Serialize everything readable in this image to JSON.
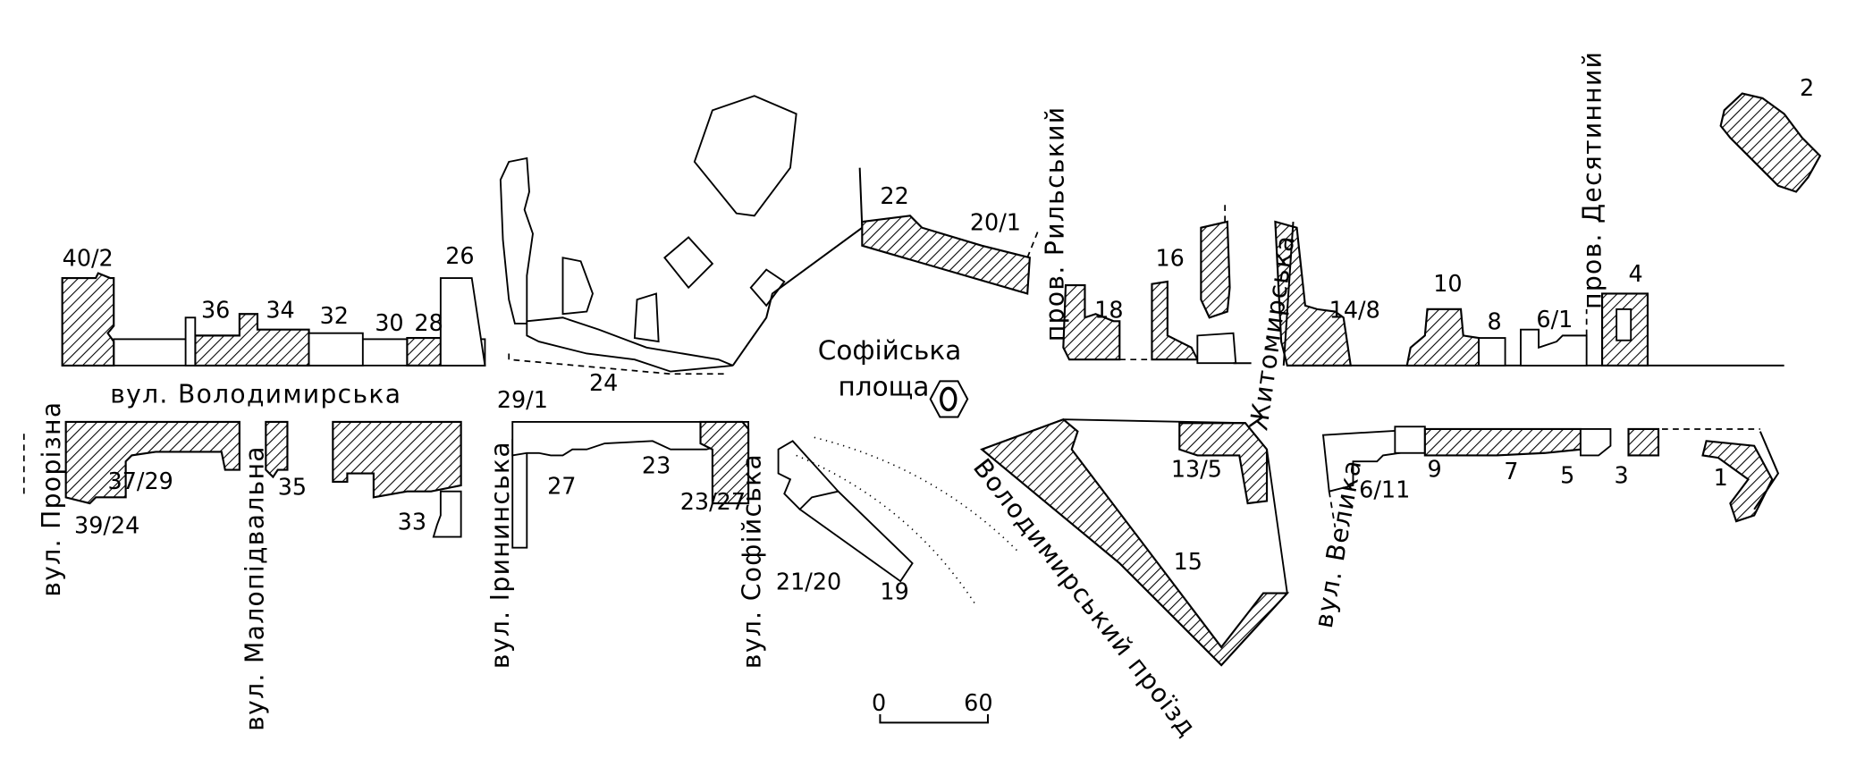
{
  "streets": {
    "volodymyrska": "вул. Володимирська",
    "prorizna": "вул. Прорізна",
    "malopidvalna": "вул. Малопідвальна",
    "irynynska": "вул. Ірининська",
    "sofiiska": "вул. Софійська",
    "rylskyi": "пров. Рильський",
    "zhytomyrska": "Житомирська",
    "desiatynnyi": "пров. Десятинний",
    "velyka": "вул. Велика",
    "volodymyrskyi_proizd": "Володимирський проїзд"
  },
  "square": {
    "line1": "Софійська",
    "line2": "площа"
  },
  "buildings": {
    "b40_2": "40/2",
    "b36": "36",
    "b34": "34",
    "b32": "32",
    "b30": "30",
    "b28": "28",
    "b26": "26",
    "b39_24": "39/24",
    "b37_29": "37/29",
    "b35": "35",
    "b33": "33",
    "b29_1": "29/1",
    "b27": "27",
    "b24": "24",
    "b23": "23",
    "b23_27": "23/27",
    "b21_20": "21/20",
    "b19": "19",
    "b22": "22",
    "b20_1": "20/1",
    "b18": "18",
    "b16": "16",
    "b14_8": "14/8",
    "b10": "10",
    "b8": "8",
    "b6_1": "6/1",
    "b4": "4",
    "b2": "2",
    "b13_5": "13/5",
    "b15": "15",
    "b6_11": "6/11",
    "b9": "9",
    "b7": "7",
    "b5": "5",
    "b3": "3",
    "b1": "1"
  },
  "scale": {
    "start": "0",
    "end": "60"
  }
}
